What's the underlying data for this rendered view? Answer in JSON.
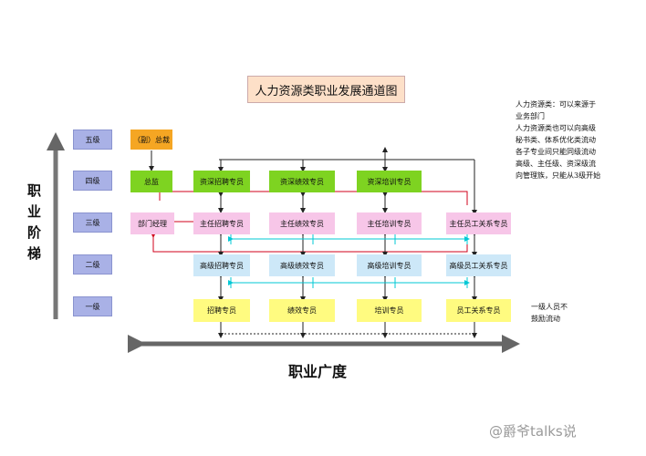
{
  "title": "人力资源类职业发展通道图",
  "y_axis_label": [
    "职",
    "业",
    "阶",
    "梯"
  ],
  "x_axis_label": "职业广度",
  "levels": [
    "五级",
    "四级",
    "三级",
    "二级",
    "一级"
  ],
  "roles": {
    "vp": "（副）总裁",
    "director": "总监",
    "dept_manager": "部门经理",
    "senior_recruit": "资深招聘专员",
    "senior_perf": "资深绩效专员",
    "senior_training": "资深培训专员",
    "lead_recruit": "主任招聘专员",
    "lead_perf": "主任绩效专员",
    "lead_training": "主任培训专员",
    "lead_relations": "主任员工关系专员",
    "hi_recruit": "高级招聘专员",
    "hi_perf": "高级绩效专员",
    "hi_training": "高级培训专员",
    "hi_relations": "高级员工关系专员",
    "recruit": "招聘专员",
    "perf": "绩效专员",
    "training": "培训专员",
    "relations": "员工关系专员"
  },
  "notes": {
    "right_top": [
      "人力资源类：可以来源于",
      "业务部门",
      "人力资源类也可以向高级",
      "秘书类、体系优化类流动",
      "各子专业间只能同级流动",
      "高级、主任级、资深级流",
      "向管理族，只能从3级开始"
    ],
    "right_bottom": [
      "一级人员不",
      "鼓励流动"
    ]
  },
  "watermark": "@爵爷talks说",
  "colors": {
    "level": "#a9b1e6",
    "orange": "#f5a623",
    "green": "#7ed321",
    "pink": "#f7c6e8",
    "blue": "#cde8f8",
    "yellow": "#fffb80",
    "red_line": "#d0021b",
    "cyan_arrow": "#00c8d6"
  }
}
